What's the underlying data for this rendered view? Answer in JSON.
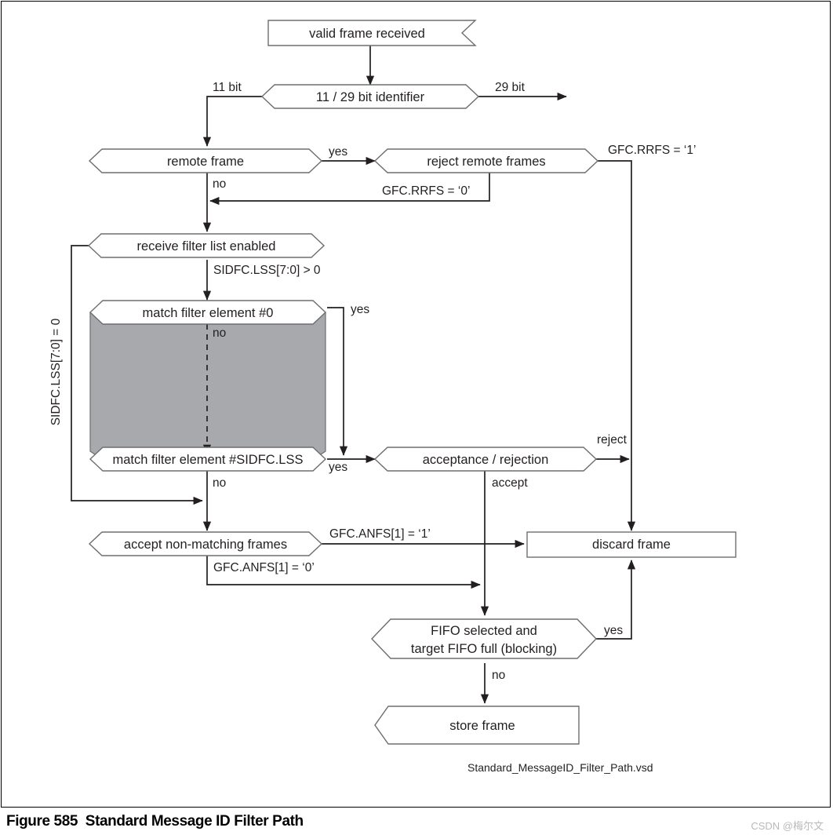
{
  "figure": {
    "caption": "Figure 585  Standard Message ID Filter Path",
    "watermark": "CSDN @梅尔文",
    "source_file": "Standard_MessageID_Filter_Path.vsd"
  },
  "diagram": {
    "title": "Standard Message ID Filter Path",
    "type": "flowchart",
    "nodes": [
      {
        "id": "valid_frame",
        "label": "valid frame received",
        "shape": "notched-rect"
      },
      {
        "id": "identifier",
        "label": "11 / 29 bit identifier",
        "shape": "hexagon"
      },
      {
        "id": "remote_frame",
        "label": "remote frame",
        "shape": "hexagon"
      },
      {
        "id": "reject_remote",
        "label": "reject remote frames",
        "shape": "hexagon"
      },
      {
        "id": "rx_filter_list",
        "label": "receive filter list enabled",
        "shape": "hexagon"
      },
      {
        "id": "match_first",
        "label": "match filter element #0",
        "shape": "hexagon"
      },
      {
        "id": "match_last",
        "label": "match filter element #SIDFC.LSS",
        "shape": "hexagon"
      },
      {
        "id": "acc_rej",
        "label": "acceptance / rejection",
        "shape": "hexagon"
      },
      {
        "id": "accept_nonmatch",
        "label": "accept non-matching frames",
        "shape": "hexagon"
      },
      {
        "id": "discard_frame",
        "label": "discard frame",
        "shape": "rect"
      },
      {
        "id": "fifo_full_line1",
        "label": "FIFO selected and",
        "shape": "hexagon"
      },
      {
        "id": "fifo_full_line2",
        "label": "target FIFO full (blocking)",
        "shape": "hexagon"
      },
      {
        "id": "store_frame",
        "label": "store frame",
        "shape": "notched-rect-left"
      }
    ],
    "edge_labels": {
      "bit11": "11 bit",
      "bit29": "29 bit",
      "remote_yes": "yes",
      "remote_no": "no",
      "rrfs_1": "GFC.RRFS = ‘1’",
      "rrfs_0": "GFC.RRFS = ‘0’",
      "lss_gt0": "SIDFC.LSS[7:0] > 0",
      "lss_eq0": "SIDFC.LSS[7:0] = 0",
      "match0_yes": "yes",
      "match0_no": "no",
      "matchlast_yes": "yes",
      "matchlast_no": "no",
      "reject": "reject",
      "accept": "accept",
      "anfs_1": "GFC.ANFS[1] = ‘1’",
      "anfs_0": "GFC.ANFS[1] = ‘0’",
      "fifo_yes": "yes",
      "fifo_no": "no"
    },
    "colors": {
      "shape_outline": "#6d6e70",
      "connector": "#231f20",
      "shape_fill": "#ffffff",
      "group_fill": "#a7a9ac",
      "text": "#231f20",
      "watermark": "#b9b9b9"
    }
  }
}
